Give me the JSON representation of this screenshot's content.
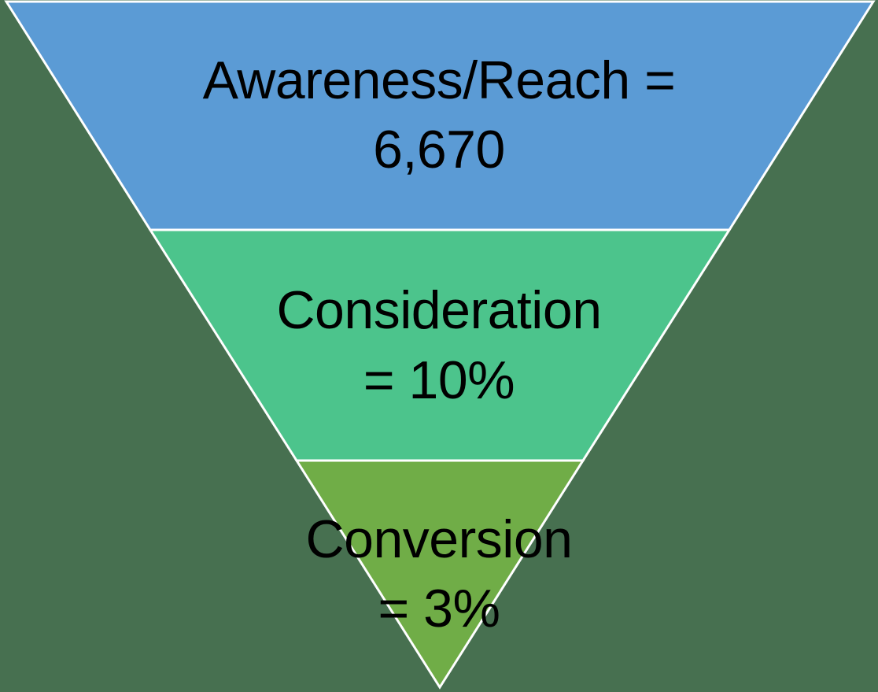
{
  "funnel": {
    "background_color": "#477050",
    "outline_color": "#FFFFFF",
    "text_color": "#000000",
    "stages": [
      {
        "name": "awareness-reach",
        "line1": "Awareness/Reach =",
        "line2": "6,670",
        "color": "#5B9BD5"
      },
      {
        "name": "consideration",
        "line1": "Consideration",
        "line2": "= 10%",
        "color": "#4CC48C"
      },
      {
        "name": "conversion",
        "line1": "Conversion",
        "line2": "= 3%",
        "color": "#70AD47"
      }
    ]
  }
}
